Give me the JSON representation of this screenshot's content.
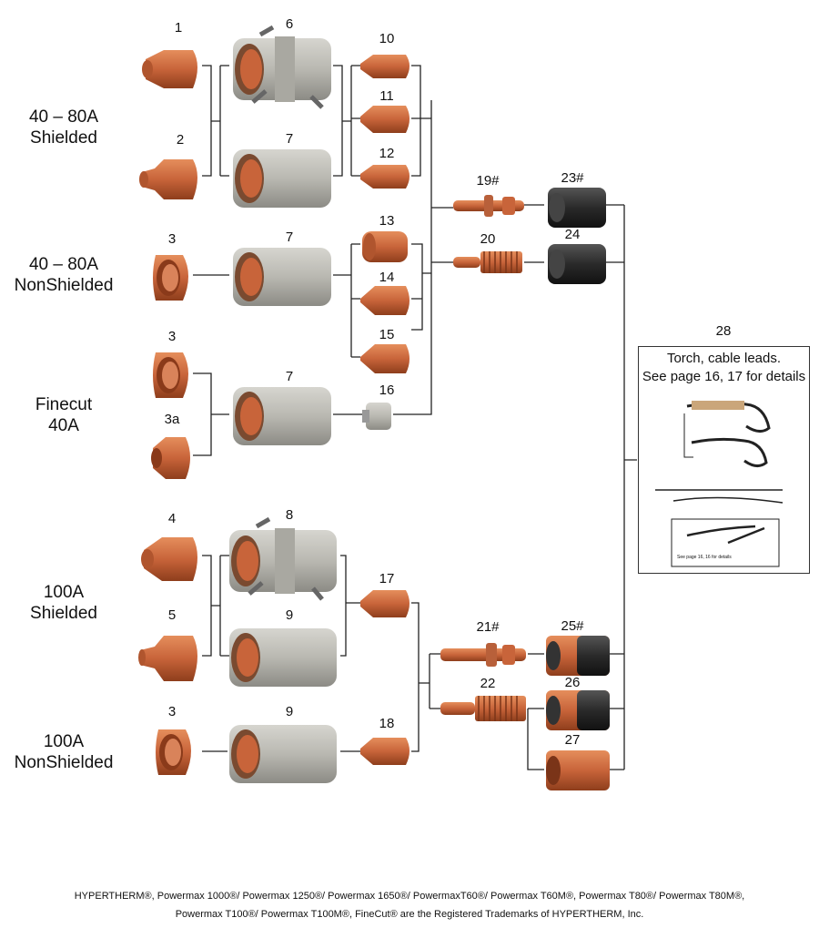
{
  "groups": {
    "g1": [
      "40 – 80A",
      "Shielded"
    ],
    "g2": [
      "40 – 80A",
      "NonShielded"
    ],
    "g3": [
      "Finecut",
      "40A"
    ],
    "g4": [
      "100A",
      "Shielded"
    ],
    "g5": [
      "100A",
      "NonShielded"
    ]
  },
  "parts": {
    "p1": "1",
    "p2": "2",
    "p3a": "3",
    "p3b": "3",
    "p3c": "3",
    "p3d": "3a",
    "p4": "4",
    "p5": "5",
    "p3e": "3",
    "p6": "6",
    "p7a": "7",
    "p7b": "7",
    "p7c": "7",
    "p8": "8",
    "p9a": "9",
    "p9b": "9",
    "p10": "10",
    "p11": "11",
    "p12": "12",
    "p13": "13",
    "p14": "14",
    "p15": "15",
    "p16": "16",
    "p17": "17",
    "p18": "18",
    "p19": "19#",
    "p20": "20",
    "p21": "21#",
    "p22": "22",
    "p23": "23#",
    "p24": "24",
    "p25": "25#",
    "p26": "26",
    "p27": "27",
    "p28": "28"
  },
  "torch_box": {
    "line1": "Torch, cable leads.",
    "line2": "See page 16, 17 for details",
    "inset_caption": "See page 16, 16 for details"
  },
  "footer": {
    "line1": "HYPERTHERM®, Powermax 1000®/ Powermax 1250®/ Powermax 1650®/ PowermaxT60®/ Powermax T60M®, Powermax T80®/ Powermax T80M®,",
    "line2": "Powermax T100®/ Powermax T100M®, FineCut® are the Registered Trademarks of HYPERTHERM, Inc."
  },
  "colors": {
    "copper": "#c8643a",
    "gray": "#b9b8b1",
    "black": "#2a2a2a",
    "line": "#222222"
  }
}
